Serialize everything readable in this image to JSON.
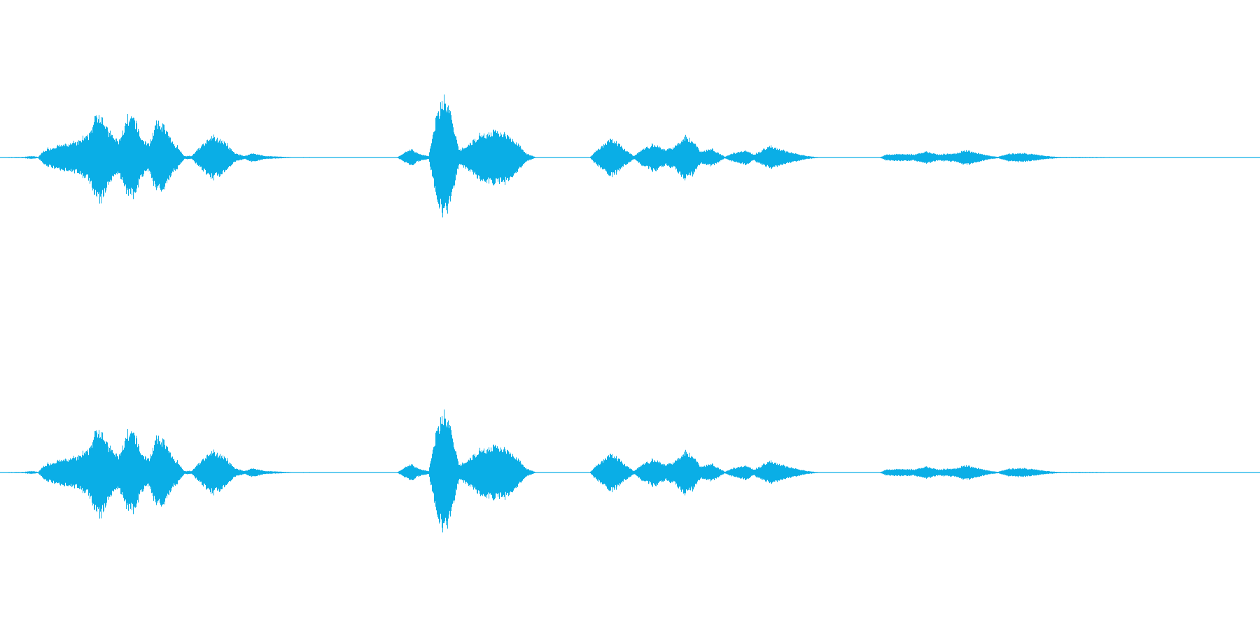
{
  "colors": {
    "background": "#ffffff",
    "waveform": "#0aaee6"
  },
  "waveform": {
    "channel_count": 2,
    "amplitude_scale": 1.0,
    "envelope": [
      [
        0.0,
        0.005
      ],
      [
        0.018,
        0.008
      ],
      [
        0.025,
        0.02
      ],
      [
        0.03,
        0.008
      ],
      [
        0.035,
        0.1
      ],
      [
        0.045,
        0.16
      ],
      [
        0.06,
        0.2
      ],
      [
        0.07,
        0.3
      ],
      [
        0.076,
        0.58
      ],
      [
        0.08,
        0.62
      ],
      [
        0.086,
        0.34
      ],
      [
        0.094,
        0.22
      ],
      [
        0.1,
        0.48
      ],
      [
        0.106,
        0.56
      ],
      [
        0.112,
        0.26
      ],
      [
        0.118,
        0.18
      ],
      [
        0.124,
        0.48
      ],
      [
        0.13,
        0.44
      ],
      [
        0.136,
        0.22
      ],
      [
        0.142,
        0.12
      ],
      [
        0.146,
        0.02
      ],
      [
        0.152,
        0.02
      ],
      [
        0.158,
        0.14
      ],
      [
        0.168,
        0.28
      ],
      [
        0.176,
        0.24
      ],
      [
        0.186,
        0.06
      ],
      [
        0.194,
        0.02
      ],
      [
        0.2,
        0.06
      ],
      [
        0.21,
        0.02
      ],
      [
        0.23,
        0.006
      ],
      [
        0.3,
        0.004
      ],
      [
        0.315,
        0.004
      ],
      [
        0.32,
        0.05
      ],
      [
        0.326,
        0.12
      ],
      [
        0.332,
        0.05
      ],
      [
        0.34,
        0.02
      ],
      [
        0.346,
        0.55
      ],
      [
        0.352,
        0.85
      ],
      [
        0.356,
        0.7
      ],
      [
        0.36,
        0.4
      ],
      [
        0.364,
        0.1
      ],
      [
        0.37,
        0.15
      ],
      [
        0.38,
        0.3
      ],
      [
        0.392,
        0.36
      ],
      [
        0.402,
        0.33
      ],
      [
        0.41,
        0.2
      ],
      [
        0.418,
        0.05
      ],
      [
        0.425,
        0.005
      ],
      [
        0.468,
        0.005
      ],
      [
        0.473,
        0.1
      ],
      [
        0.485,
        0.26
      ],
      [
        0.495,
        0.12
      ],
      [
        0.503,
        0.02
      ],
      [
        0.51,
        0.12
      ],
      [
        0.52,
        0.18
      ],
      [
        0.528,
        0.1
      ],
      [
        0.536,
        0.16
      ],
      [
        0.543,
        0.3
      ],
      [
        0.55,
        0.22
      ],
      [
        0.556,
        0.08
      ],
      [
        0.565,
        0.12
      ],
      [
        0.575,
        0.01
      ],
      [
        0.582,
        0.06
      ],
      [
        0.592,
        0.1
      ],
      [
        0.598,
        0.04
      ],
      [
        0.604,
        0.09
      ],
      [
        0.612,
        0.16
      ],
      [
        0.62,
        0.1
      ],
      [
        0.63,
        0.06
      ],
      [
        0.64,
        0.02
      ],
      [
        0.65,
        0.004
      ],
      [
        0.698,
        0.004
      ],
      [
        0.703,
        0.04
      ],
      [
        0.715,
        0.05
      ],
      [
        0.725,
        0.04
      ],
      [
        0.735,
        0.08
      ],
      [
        0.745,
        0.04
      ],
      [
        0.758,
        0.06
      ],
      [
        0.766,
        0.1
      ],
      [
        0.776,
        0.06
      ],
      [
        0.786,
        0.02
      ],
      [
        0.792,
        0.01
      ],
      [
        0.8,
        0.05
      ],
      [
        0.812,
        0.06
      ],
      [
        0.822,
        0.04
      ],
      [
        0.83,
        0.02
      ],
      [
        0.84,
        0.008
      ],
      [
        0.88,
        0.006
      ],
      [
        0.92,
        0.004
      ],
      [
        0.96,
        0.003
      ],
      [
        1.0,
        0.002
      ]
    ],
    "noise_seed": 7
  }
}
